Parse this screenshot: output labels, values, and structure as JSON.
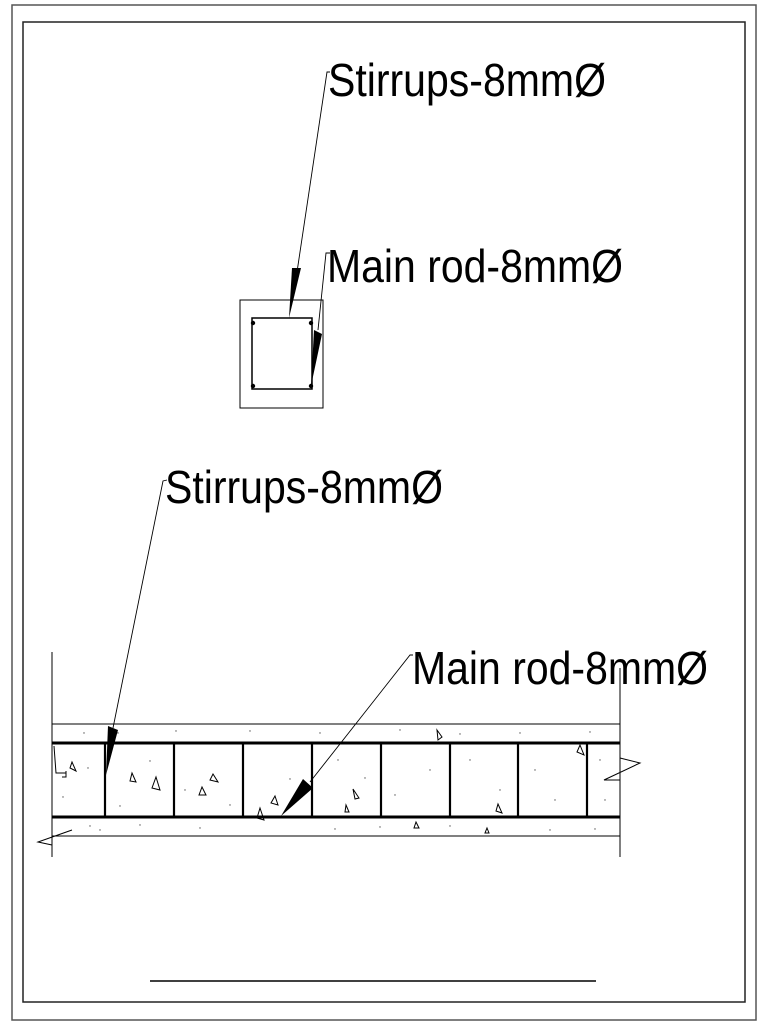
{
  "drawing": {
    "labels": {
      "column_stirrups": "Stirrups-8mmØ",
      "column_main_rod": "Main rod-8mmØ",
      "beam_stirrups": "Stirrups-8mmØ",
      "beam_main_rod": "Main rod-8mmØ"
    },
    "colors": {
      "line": "#000000",
      "background": "#ffffff",
      "frame": "#333333"
    },
    "beam": {
      "stirrup_count": 9
    }
  }
}
